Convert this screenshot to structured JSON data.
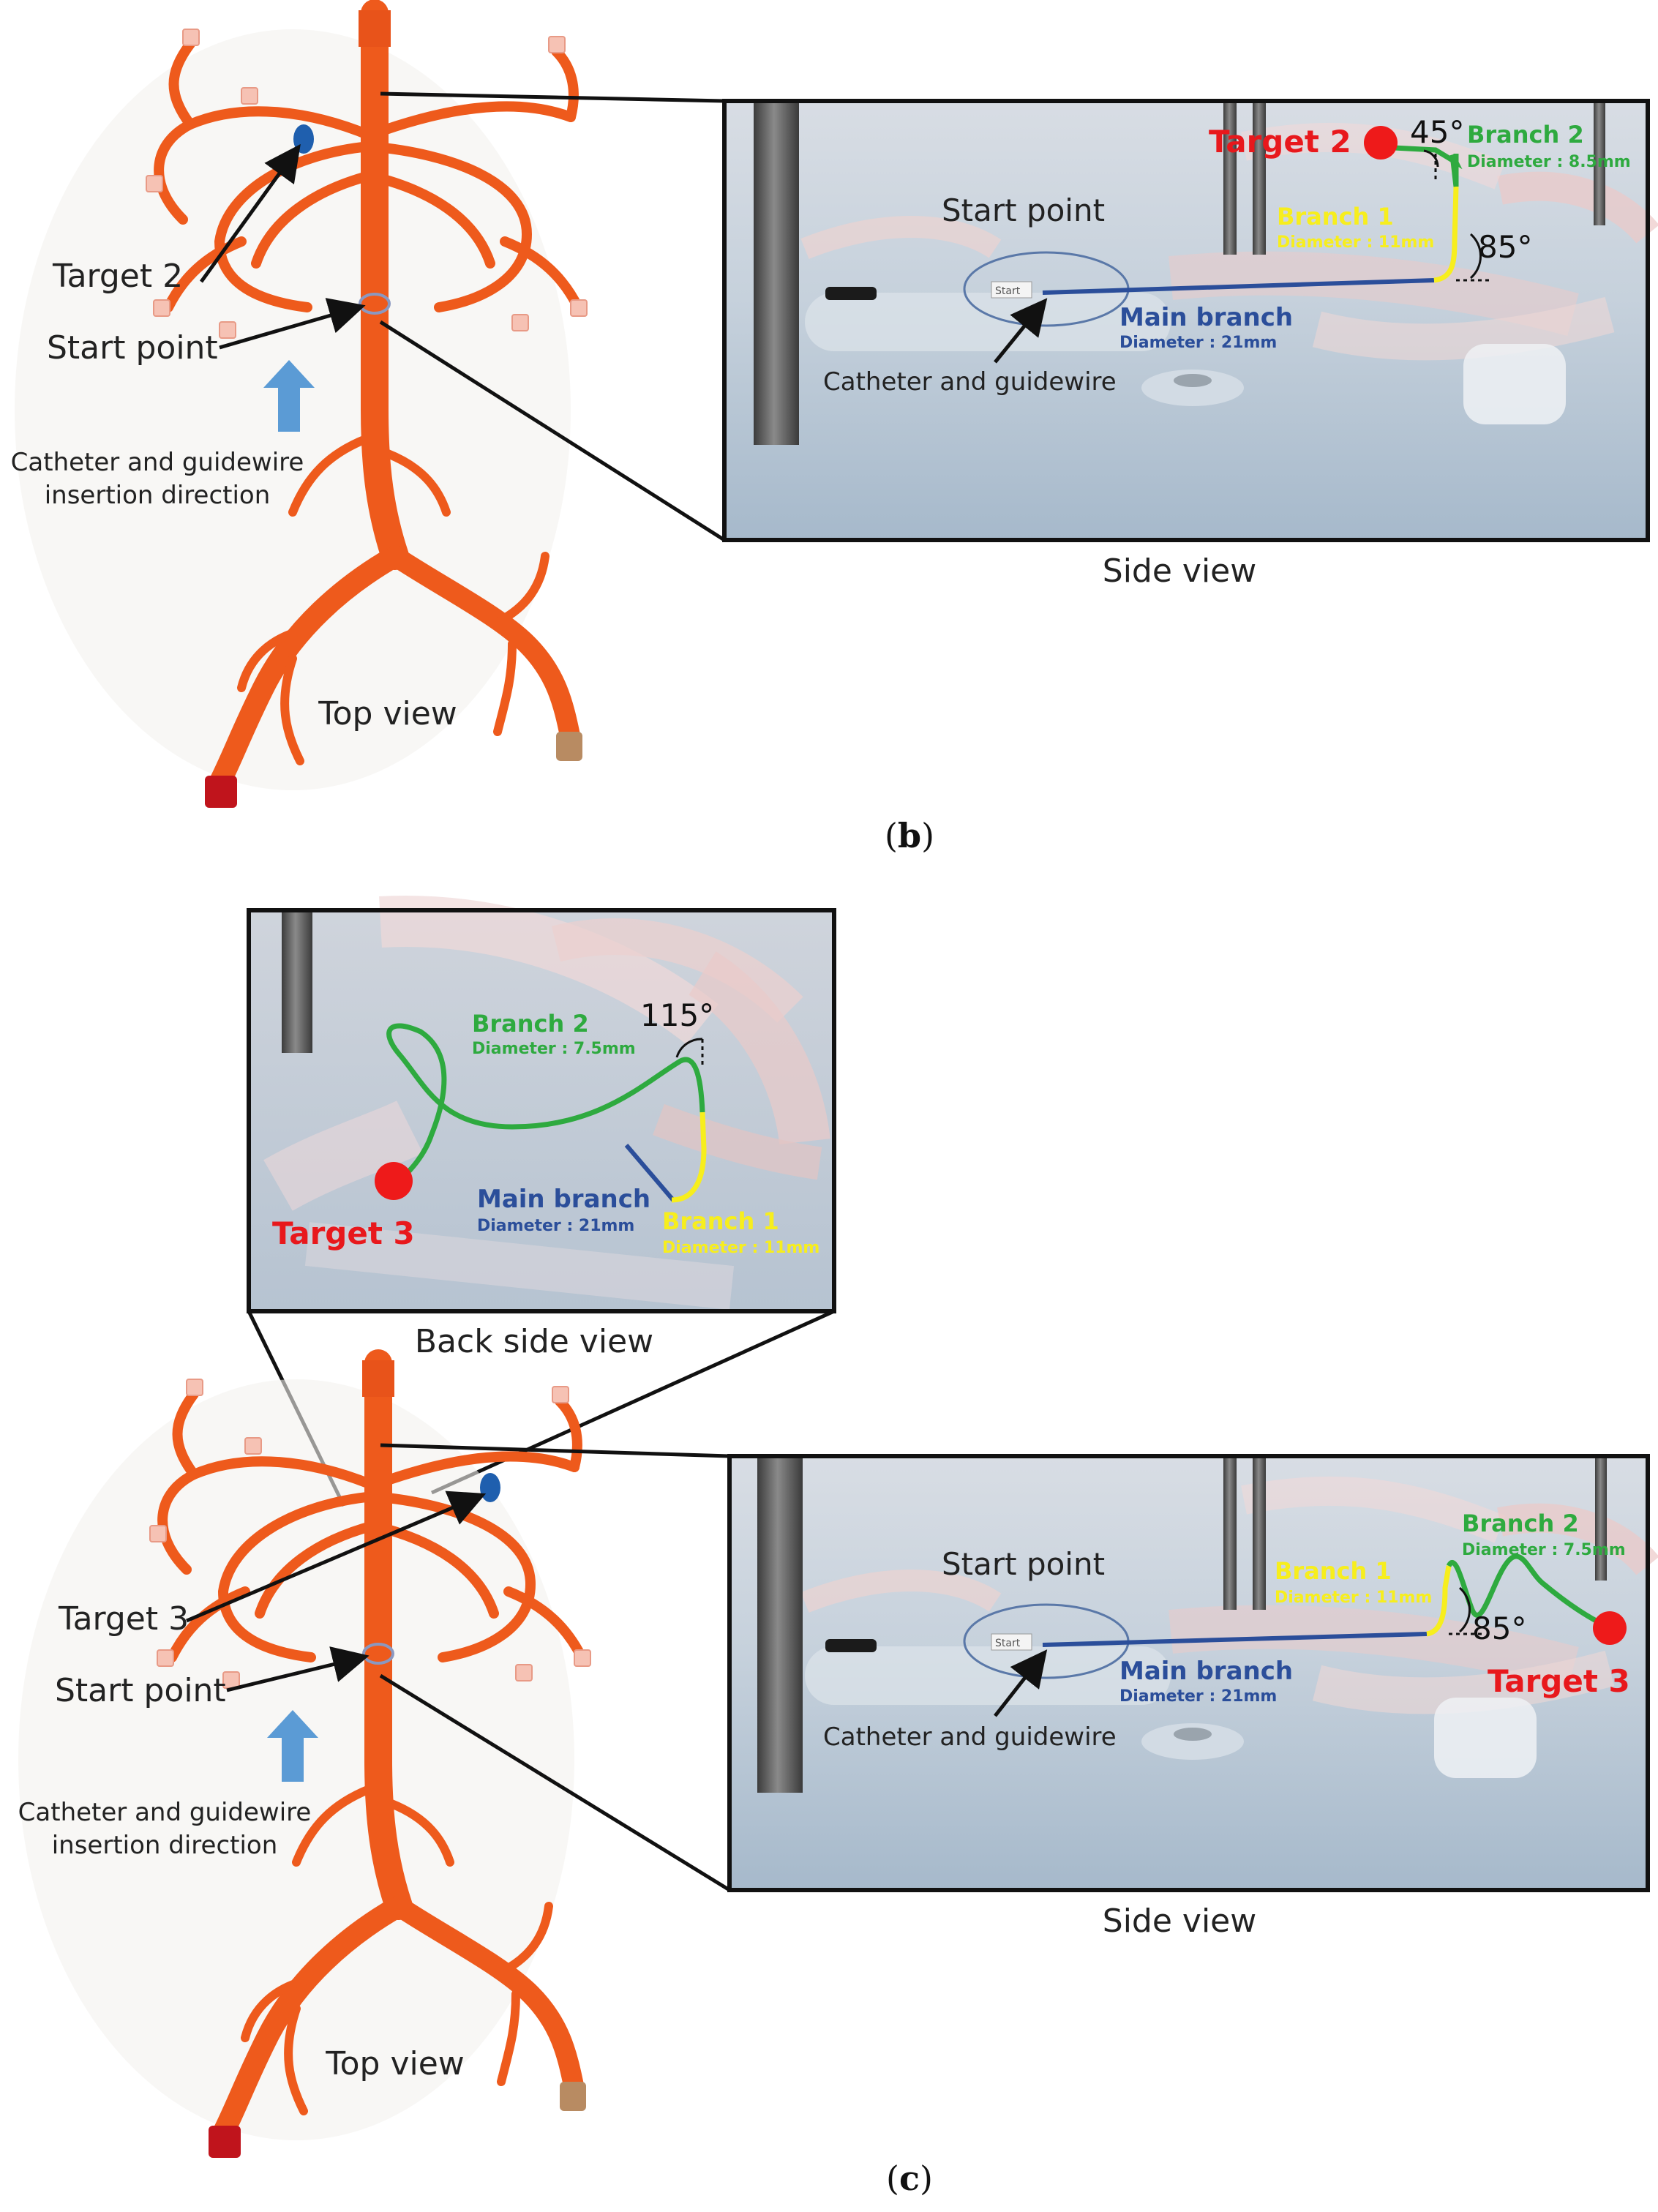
{
  "colors": {
    "vessel": "#ee5a1c",
    "vessel_dark": "#c53f10",
    "cap": "#f3b8aa",
    "photo_bg": "#c3d0dd",
    "photo_floor": "#a9bccd",
    "rod": "#5e5e5e",
    "main_branch": "#2b4e9a",
    "branch1": "#f7ee1d",
    "branch2": "#2eaa3f",
    "target": "#ee1a1a",
    "target_label": "#e8181c",
    "arrow_blue": "#5b9bd5",
    "marker_blue": "#1f5fae",
    "frame": "#111111"
  },
  "panel_b": {
    "caption_open": "(",
    "caption_letter": "b",
    "caption_close": ")",
    "top_view": {
      "title": "Top view",
      "target_label": "Target 2",
      "start_label": "Start point",
      "direction_label_line1": "Catheter and guidewire",
      "direction_label_line2": "insertion direction"
    },
    "side_view": {
      "title": "Side view",
      "start_point_label": "Start point",
      "catheter_label": "Catheter and guidewire",
      "start_tag": "Start",
      "main_branch_label": "Main branch",
      "main_branch_diameter": "Diameter : 21mm",
      "branch1_label": "Branch 1",
      "branch1_diameter": "Diameter : 11mm",
      "branch2_label": "Branch 2",
      "branch2_diameter": "Diameter : 8.5mm",
      "target_label": "Target 2",
      "angle_top": "45°",
      "angle_bottom": "85°"
    }
  },
  "panel_c": {
    "caption_open": "(",
    "caption_letter": "c",
    "caption_close": ")",
    "back_view": {
      "title": "Back side view",
      "branch2_label": "Branch 2",
      "branch2_diameter": "Diameter : 7.5mm",
      "angle": "115°",
      "main_branch_label": "Main branch",
      "main_branch_diameter": "Diameter : 21mm",
      "branch1_label": "Branch 1",
      "branch1_diameter": "Diameter : 11mm",
      "target_label": "Target 3"
    },
    "top_view": {
      "title": "Top view",
      "target_label": "Target 3",
      "start_label": "Start point",
      "direction_label_line1": "Catheter and guidewire",
      "direction_label_line2": "insertion direction"
    },
    "side_view": {
      "title": "Side view",
      "start_point_label": "Start point",
      "catheter_label": "Catheter and guidewire",
      "start_tag": "Start",
      "main_branch_label": "Main branch",
      "main_branch_diameter": "Diameter : 21mm",
      "branch1_label": "Branch 1",
      "branch1_diameter": "Diameter : 11mm",
      "branch2_label": "Branch 2",
      "branch2_diameter": "Diameter : 7.5mm",
      "target_label": "Target 3",
      "angle": "85°"
    }
  }
}
